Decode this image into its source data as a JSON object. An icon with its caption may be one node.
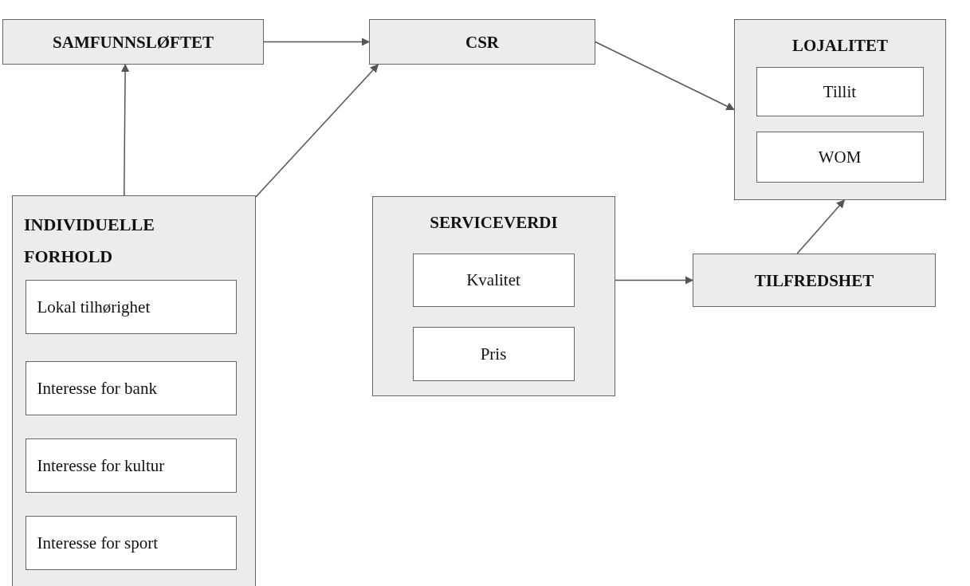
{
  "diagram": {
    "nodes": [
      {
        "text": [
          "SAMFUNNSLØFTET"
        ]
      },
      {
        "text": [
          "CSR"
        ]
      },
      {
        "text": [
          "LOJALITET"
        ]
      },
      {
        "text": [
          "Tillit"
        ],
        "in": 2
      },
      {
        "text": [
          "WOM"
        ],
        "in": 2
      },
      {
        "text": [
          "INDIVIDUELLE FORHOLD"
        ]
      },
      {
        "text": [
          "Lokal tilhørighet"
        ],
        "in": 5
      },
      {
        "text": [
          "Interesse for bank"
        ],
        "in": 5
      },
      {
        "text": [
          "Interesse for kultur"
        ],
        "in": 5
      },
      {
        "text": [
          "Interesse for sport"
        ],
        "in": 5
      },
      {
        "text": [
          "SERVICEVERDI"
        ]
      },
      {
        "text": [
          "Kvalitet"
        ],
        "in": 10
      },
      {
        "text": [
          "Pris"
        ],
        "in": 10
      },
      {
        "text": [
          "TILFREDSHET"
        ]
      }
    ],
    "edges": [
      {
        "from": 0,
        "to": 1,
        "arrow": "to"
      },
      {
        "from": 1,
        "to": 2,
        "arrow": "to"
      },
      {
        "from": 5,
        "to": 0,
        "arrow": "to"
      },
      {
        "from": 5,
        "to": 1,
        "arrow": "to"
      },
      {
        "from": 10,
        "to": 13,
        "arrow": "to"
      },
      {
        "from": 13,
        "to": 2,
        "arrow": "to"
      }
    ]
  }
}
